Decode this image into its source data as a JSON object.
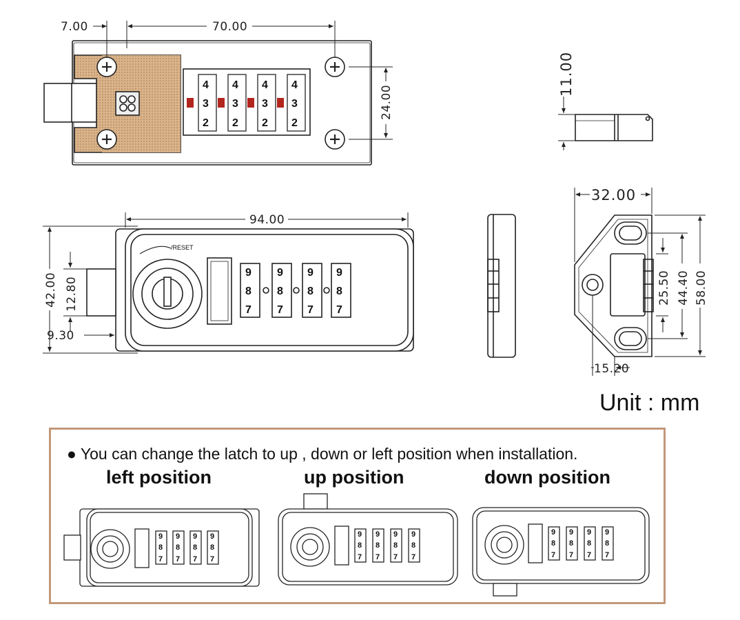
{
  "dimensions": {
    "top_view": {
      "offset": "7.00",
      "hole_spacing": "70.00",
      "height": "24.00"
    },
    "side_view_small": {
      "thickness": "11.00"
    },
    "front_view": {
      "width": "94.00",
      "height": "42.00",
      "latch_height": "12.80",
      "latch_offset": "9.30"
    },
    "back_view": {
      "width": "32.00",
      "d1": "25.50",
      "d2": "44.40",
      "d3": "58.00",
      "d4": "15.20"
    }
  },
  "wheel_digits_top": [
    "4",
    "3",
    "2"
  ],
  "wheel_digits_front": [
    "9",
    "8",
    "7"
  ],
  "reset_label": "/RESET",
  "unit_label": "Unit : mm",
  "installation": {
    "note": "● You can change the latch to up , down or left position when installation.",
    "positions": [
      "left position",
      "up position",
      "down position"
    ]
  },
  "colors": {
    "plate": "#d9b38a",
    "frame_border": "#c29879",
    "red_marks": "#b3261e"
  }
}
